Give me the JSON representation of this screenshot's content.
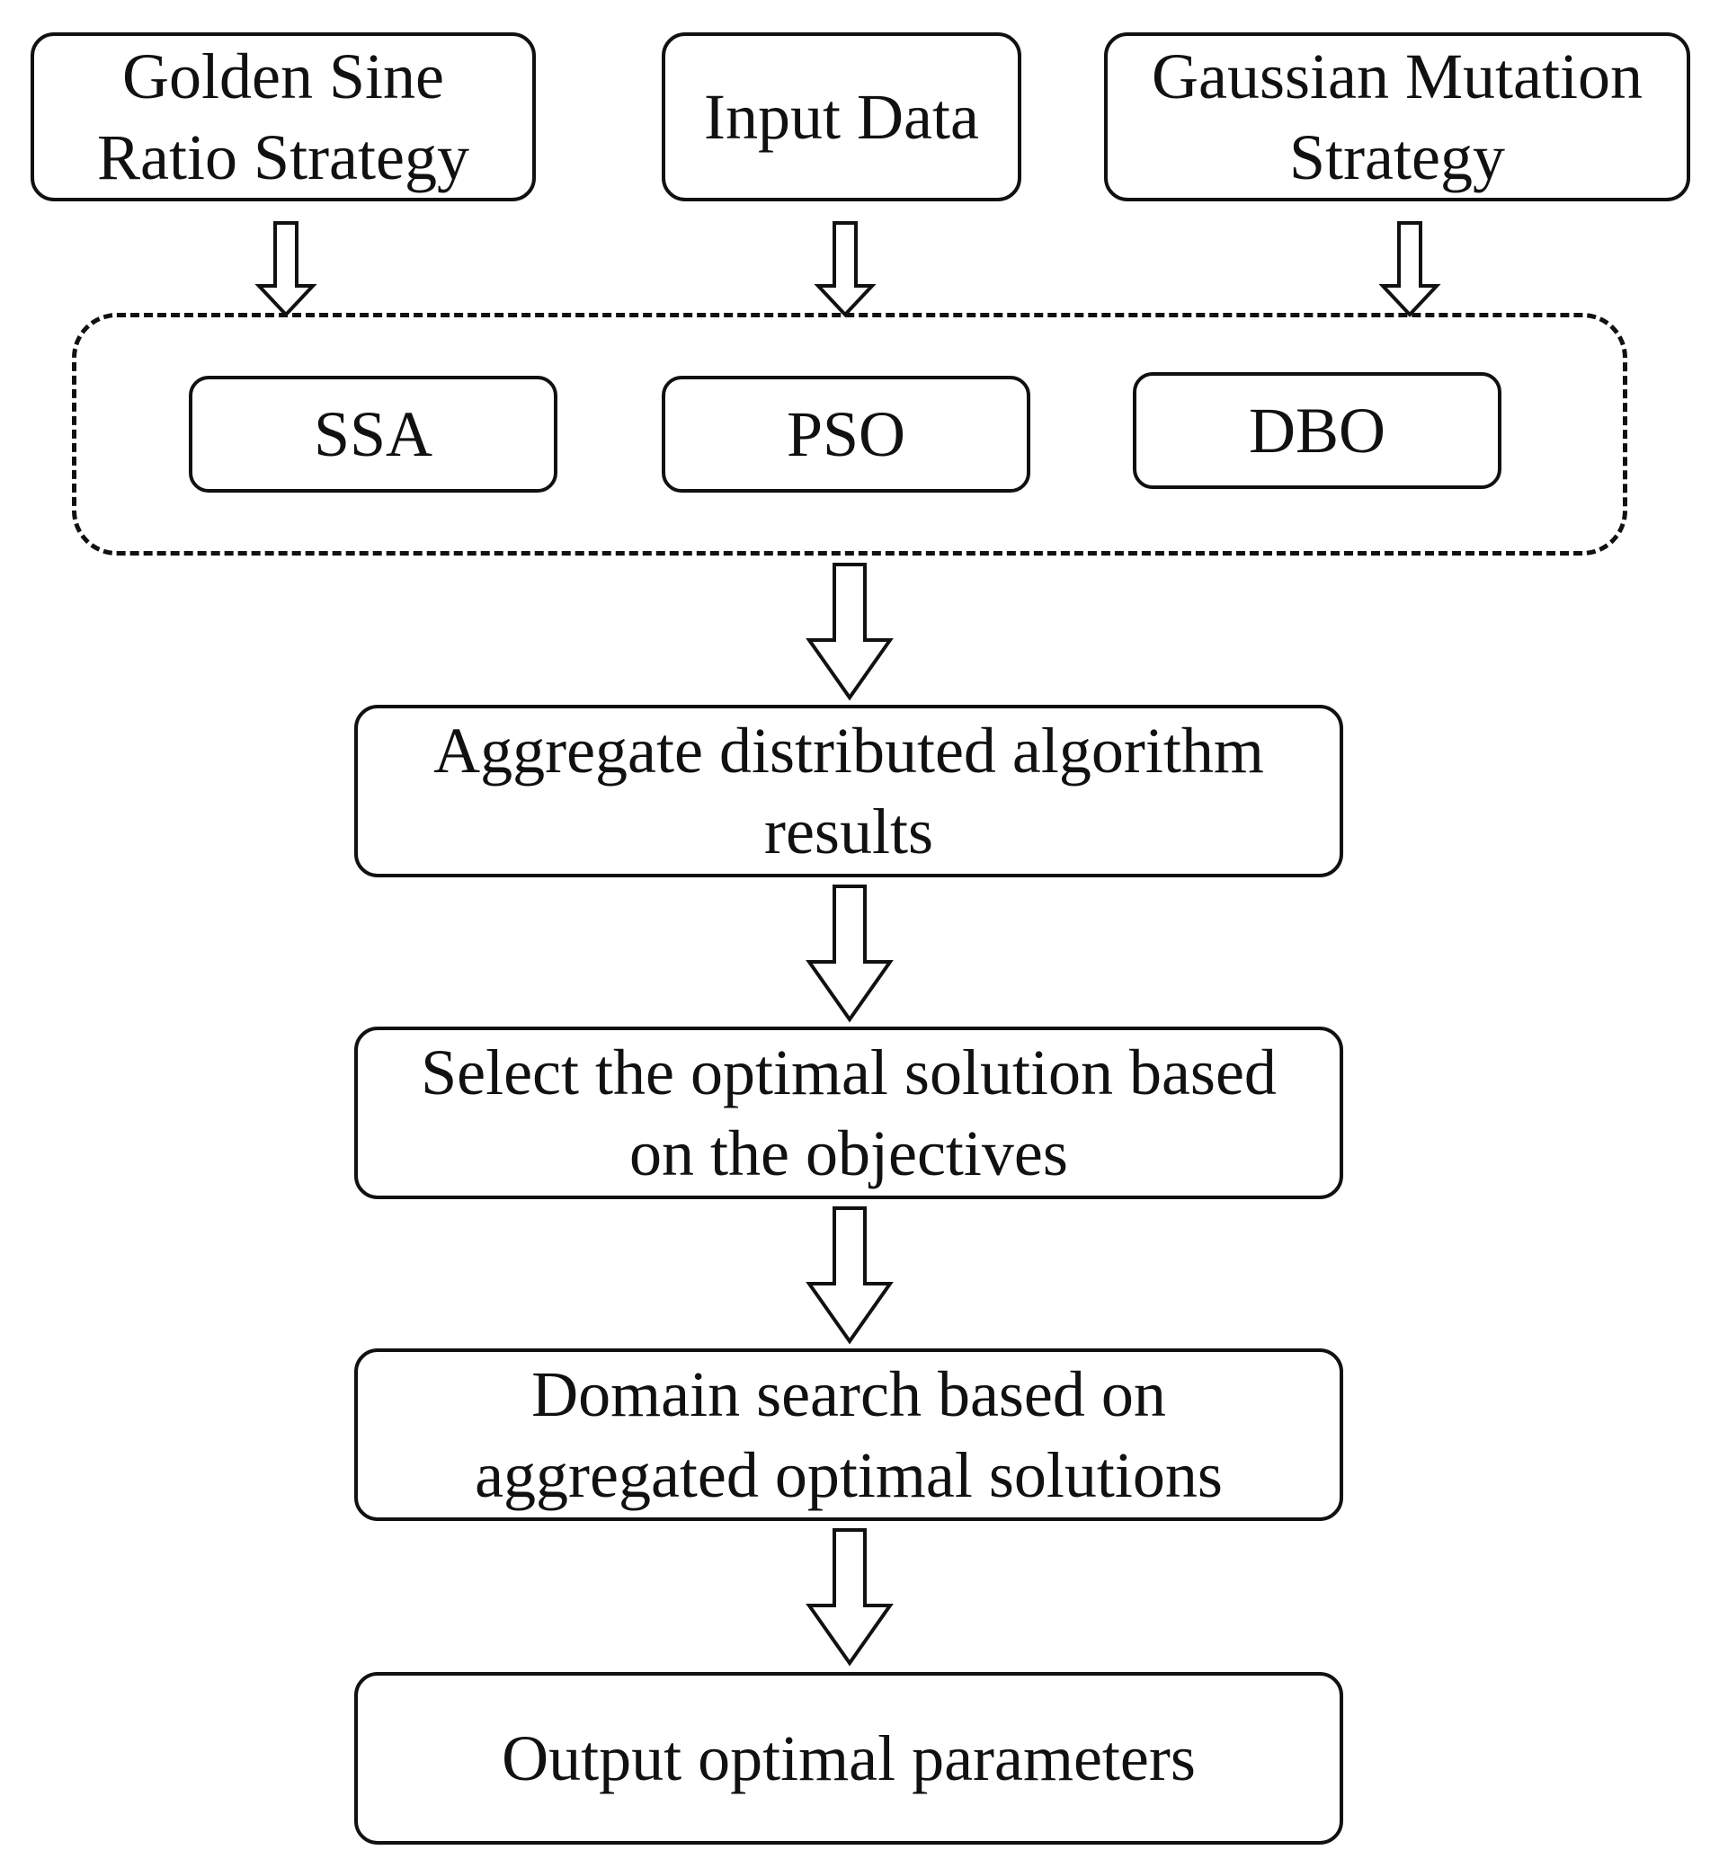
{
  "diagram": {
    "top_row": {
      "golden_sine": {
        "line1": "Golden Sine",
        "line2": "Ratio Strategy"
      },
      "input_data": {
        "label": "Input Data"
      },
      "gaussian": {
        "line1": "Gaussian Mutation",
        "line2": "Strategy"
      }
    },
    "algorithms": {
      "ssa": "SSA",
      "pso": "PSO",
      "dbo": "DBO"
    },
    "steps": {
      "aggregate": {
        "line1": "Aggregate distributed algorithm",
        "line2": "results"
      },
      "select": {
        "line1": "Select the optimal solution based",
        "line2": "on the objectives"
      },
      "domain_search": {
        "line1": "Domain search based on",
        "line2": "aggregated optimal solutions"
      },
      "output": {
        "label": "Output optimal parameters"
      }
    }
  }
}
